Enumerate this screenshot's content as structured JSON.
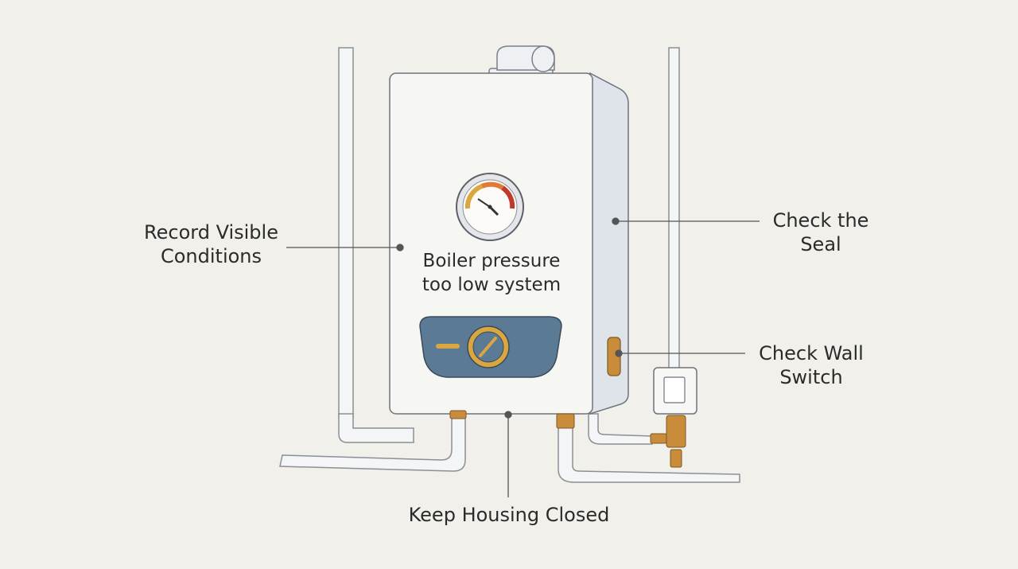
{
  "diagram": {
    "boiler_text": [
      "Boiler pressure",
      "too low system"
    ],
    "callouts": {
      "record_conditions": [
        "Record Visible",
        "Conditions"
      ],
      "check_seal": [
        "Check the",
        "Seal"
      ],
      "check_switch": [
        "Check Wall",
        "Switch"
      ],
      "keep_closed": "Keep Housing Closed"
    }
  },
  "colors": {
    "background": "#f1f0eb",
    "boiler_body": "#f6f6f3",
    "boiler_side": "#dfe3ea",
    "panel": "#5b7a95",
    "knob_accent": "#d9a640",
    "pipe": "#f4f5f7",
    "brass": "#c98c3a",
    "leader_line": "#555555",
    "gauge_red": "#c0392b"
  }
}
